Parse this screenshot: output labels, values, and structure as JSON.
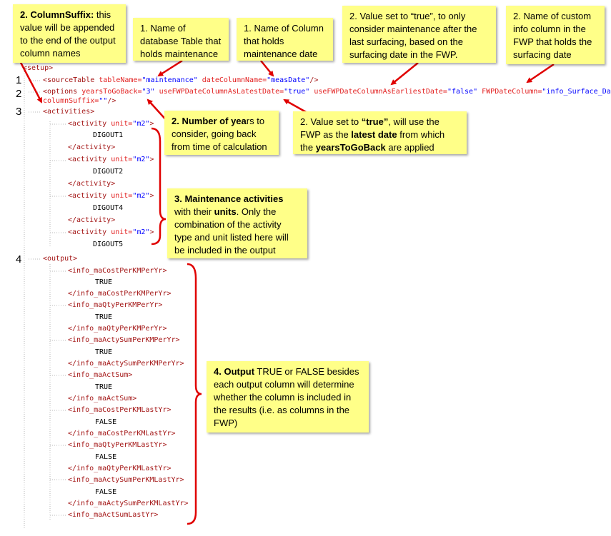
{
  "line_numbers": [
    "1",
    "2",
    "3",
    "4"
  ],
  "xml": {
    "setup_open": "<setup>",
    "source_table": {
      "open": "<sourceTable",
      "attr1": " tableName=",
      "val1": "\"maintenance\"",
      "attr2": " dateColumnName=",
      "val2": "\"measDate\"",
      "close": "/>"
    },
    "options": {
      "open": "<options",
      "attr1": " yearsToGoBack=",
      "val1": "\"3\"",
      "attr2": " useFWPDateColumnAsLatestDate=",
      "val2": "\"true\"",
      "attr3": " useFWPDateColumnAsEarliestDate=",
      "val3": "\"false\"",
      "attr4": " FWPDateColumn=",
      "val4": "\"info_Surface_Date\"",
      "attr5": "columnSuffix=",
      "val5": "\"\"",
      "close": "/>"
    },
    "activities_open": "<activities>",
    "activities": [
      {
        "open_tag": "<activity",
        "attr": " unit=",
        "val": "\"m2\"",
        "close_bracket": ">",
        "text": "DIGOUT1",
        "close": "</activity>"
      },
      {
        "open_tag": "<activity",
        "attr": " unit=",
        "val": "\"m2\"",
        "close_bracket": ">",
        "text": "DIGOUT2",
        "close": "</activity>"
      },
      {
        "open_tag": "<activity",
        "attr": " unit=",
        "val": "\"m2\"",
        "close_bracket": ">",
        "text": "DIGOUT4",
        "close": "</activity>"
      },
      {
        "open_tag": "<activity",
        "attr": " unit=",
        "val": "\"m2\"",
        "close_bracket": ">",
        "text": "DIGOUT5"
      }
    ],
    "output_open": "<output>",
    "outputs": [
      {
        "open": "<info_maCostPerKMPerYr>",
        "value": "TRUE",
        "close": "</info_maCostPerKMPerYr>"
      },
      {
        "open": "<info_maQtyPerKMPerYr>",
        "value": "TRUE",
        "close": "</info_maQtyPerKMPerYr>"
      },
      {
        "open": "<info_maActySumPerKMPerYr>",
        "value": "TRUE",
        "close": "</info_maActySumPerKMPerYr>"
      },
      {
        "open": "<info_maActSum>",
        "value": "TRUE",
        "close": "</info_maActSum>"
      },
      {
        "open": "<info_maCostPerKMLastYr>",
        "value": "FALSE",
        "close": "</info_maCostPerKMLastYr>"
      },
      {
        "open": "<info_maQtyPerKMLastYr>",
        "value": "FALSE",
        "close": "</info_maQtyPerKMLastYr>"
      },
      {
        "open": "<info_maActySumPerKMLastYr>",
        "value": "FALSE",
        "close": "</info_maActySumPerKMLastYr>"
      },
      {
        "open": "<info_maActSumLastYr>"
      }
    ]
  },
  "notes": {
    "column_suffix": {
      "bold": "2. ColumnSuffix:",
      "rest": " this value will be appended to the end of the output column names"
    },
    "table_name": {
      "text": "1. Name of database Table that holds maintenance"
    },
    "column_name": {
      "text": "1. Name of Column that holds maintenance date"
    },
    "earliest_date": {
      "text": "2. Value set to “true”, to only consider maintenance after the last surfacing, based on the surfacing date in the FWP."
    },
    "custom_info": {
      "text": "2. Name of custom info column in the FWP that holds the surfacing date"
    },
    "years": {
      "bold": "2. Number of yea",
      "rest": "rs to consider, going back from time of calculation"
    },
    "latest_date": {
      "p1": "2. Value set to ",
      "b1": "“true”",
      "p2": ", will use the FWP as the ",
      "b2": "latest date",
      "p3": " from which the ",
      "b3": "yearsToGoBack",
      "p4": " are applied"
    },
    "activities": {
      "b1": "3. Maintenance activities",
      "p1": " with their ",
      "b2": "units",
      "p2": ". Only the combination of the activity type and unit listed here will be included in the output"
    },
    "output": {
      "b1": "4. Output",
      "p1": " TRUE or FALSE besides each output column will determine whether the column is included in the results (i.e. as columns in the FWP)"
    }
  },
  "colors": {
    "note_bg": "#ffff88",
    "arrow": "#e00000",
    "tag": "#a31515",
    "attr": "#e21f1f",
    "value": "#0000ff"
  }
}
